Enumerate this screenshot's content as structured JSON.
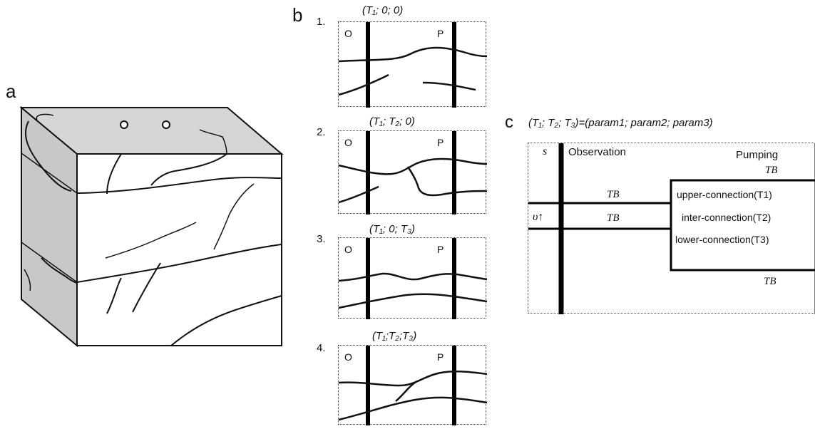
{
  "panel_a": {
    "letter": "a"
  },
  "panel_b": {
    "letter": "b",
    "well_labels": {
      "observation": "O",
      "pumping": "P"
    },
    "cases": [
      {
        "number": "1.",
        "caption": "(T₁; 0; 0)"
      },
      {
        "number": "2.",
        "caption": "(T₁; T₂; 0)"
      },
      {
        "number": "3.",
        "caption": "(T₁; 0; T₃)"
      },
      {
        "number": "4.",
        "caption": "(T₁;T₂;T₃)"
      }
    ]
  },
  "panel_c": {
    "letter": "c",
    "formula": "(T₁; T₂; T₃)=(param1; param2; param3)",
    "s_label": "s",
    "v_label": "υ↑",
    "observation_label": "Observation",
    "pumping_label": "Pumping",
    "tb_top": "TB",
    "tb_left_upper": "TB",
    "tb_left_lower": "TB",
    "tb_bottom": "TB",
    "upper_connection": "upper-connection(T1)",
    "inter_connection": "inter-connection(T2)",
    "lower_connection": "lower-connection(T3)"
  }
}
